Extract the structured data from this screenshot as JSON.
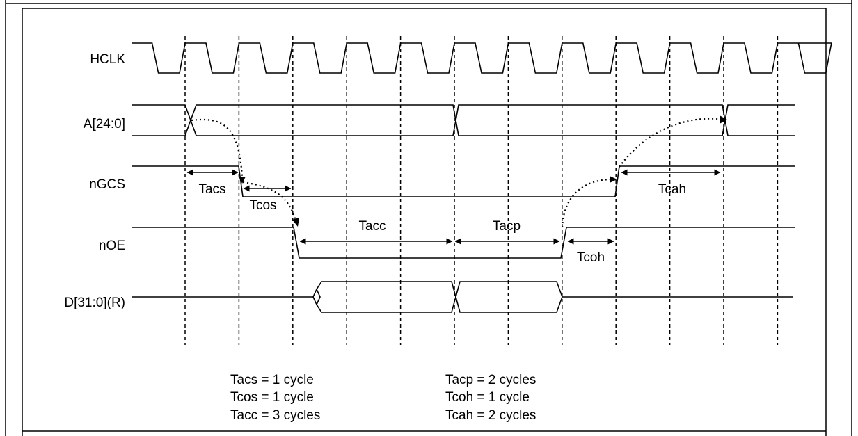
{
  "signals": [
    "HCLK",
    "A[24:0]",
    "nGCS",
    "nOE",
    "D[31:0](R)"
  ],
  "timing_labels": {
    "tacs": "Tacs",
    "tcos": "Tcos",
    "tacc": "Tacc",
    "tacp": "Tacp",
    "tcoh": "Tcoh",
    "tcah": "Tcah"
  },
  "legend": {
    "left": [
      "Tacs = 1 cycle",
      "Tcos = 1 cycle",
      "Tacc = 3 cycles"
    ],
    "right": [
      "Tacp = 2 cycles",
      "Tcoh = 1 cycle",
      "Tcah = 2 cycles"
    ]
  }
}
